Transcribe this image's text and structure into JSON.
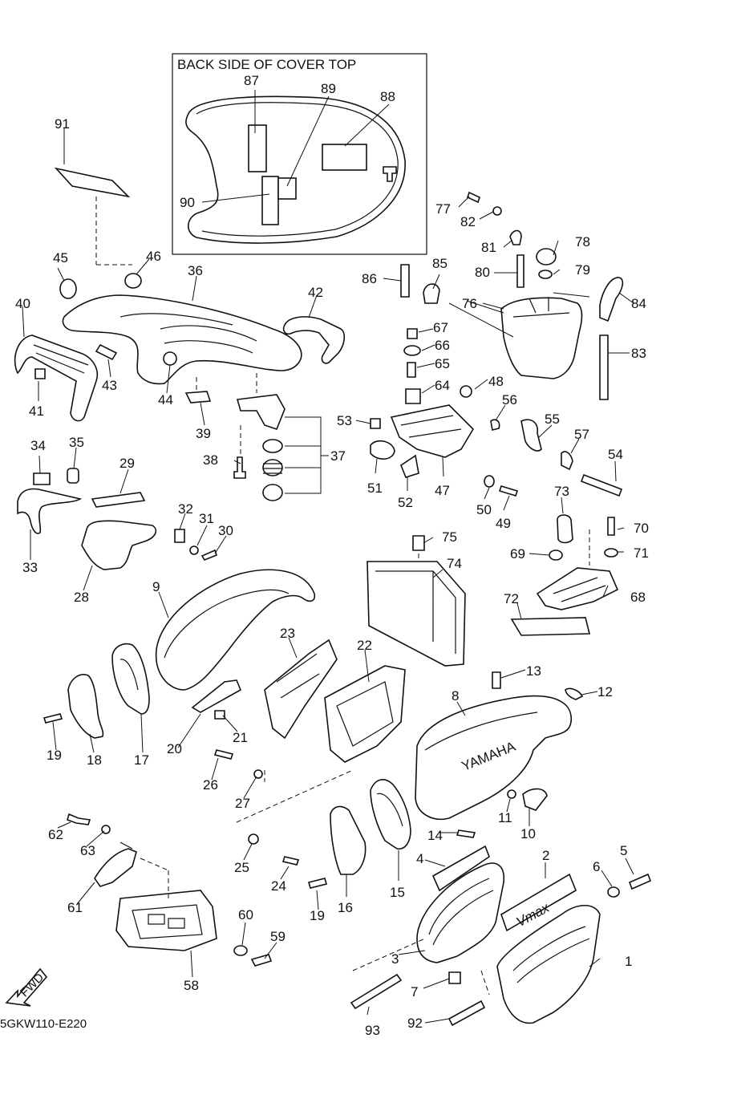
{
  "inset": {
    "title": "BACK SIDE OF COVER TOP",
    "labels": [
      "87",
      "89",
      "88",
      "90"
    ]
  },
  "parts": [
    "1",
    "2",
    "3",
    "4",
    "5",
    "6",
    "7",
    "8",
    "9",
    "10",
    "11",
    "12",
    "13",
    "14",
    "15",
    "16",
    "17",
    "18",
    "19",
    "19",
    "20",
    "21",
    "22",
    "23",
    "24",
    "25",
    "26",
    "27",
    "28",
    "29",
    "30",
    "31",
    "32",
    "33",
    "34",
    "35",
    "36",
    "37",
    "38",
    "39",
    "40",
    "41",
    "42",
    "43",
    "44",
    "45",
    "46",
    "47",
    "48",
    "49",
    "50",
    "51",
    "52",
    "53",
    "54",
    "55",
    "56",
    "57",
    "58",
    "59",
    "60",
    "61",
    "62",
    "63",
    "64",
    "65",
    "66",
    "67",
    "68",
    "69",
    "70",
    "71",
    "72",
    "73",
    "74",
    "75",
    "76",
    "77",
    "78",
    "79",
    "80",
    "81",
    "82",
    "83",
    "84",
    "85",
    "86",
    "91",
    "92",
    "93"
  ],
  "fwd_label": "FWD",
  "decal_text": "Vmax",
  "emblem_text": "YAMAHA",
  "diagram_code": "5GKW110-E220"
}
